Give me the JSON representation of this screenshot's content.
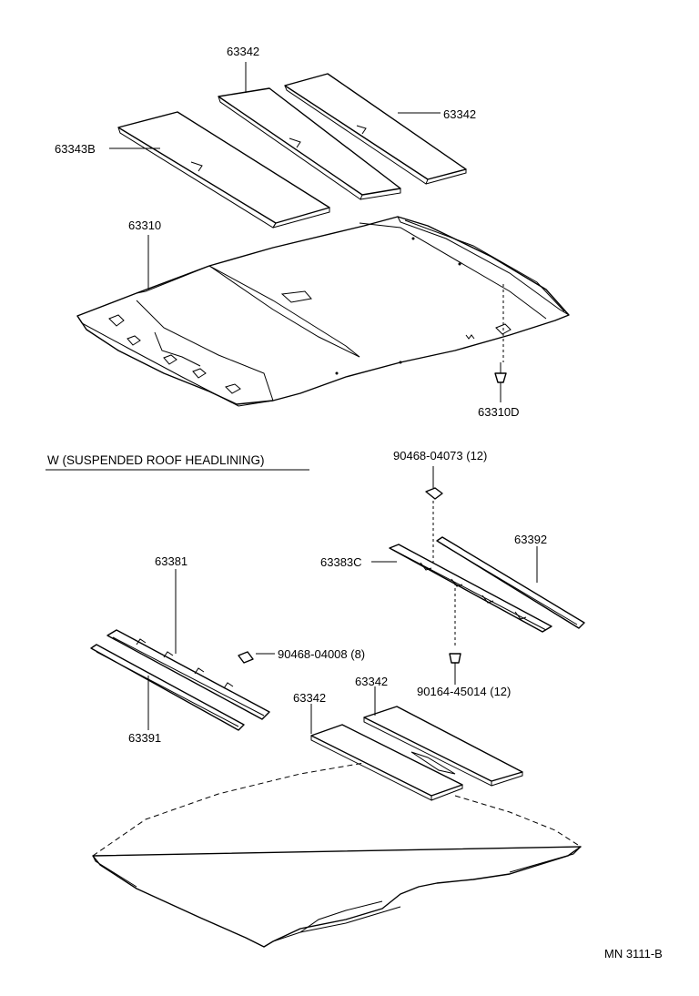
{
  "labels": {
    "pad_top_center": "63342",
    "pad_top_right": "63342",
    "pad_top_left": "63343B",
    "headlining_main": "63310",
    "clip_main": "63310D",
    "rail_right_upper": "63392",
    "bracket_right": "63383C",
    "bracket_left": "63381",
    "rail_left": "63391",
    "pad_lower_left": "63342",
    "pad_lower_right": "63342",
    "clip_top": "90468-04073 (12)",
    "clip_mid": "90468-04008 (8)",
    "screw": "90164-45014 (12)"
  },
  "section_title": "W (SUSPENDED  ROOF  HEADLINING)",
  "figure_code": "MN  3111-B"
}
